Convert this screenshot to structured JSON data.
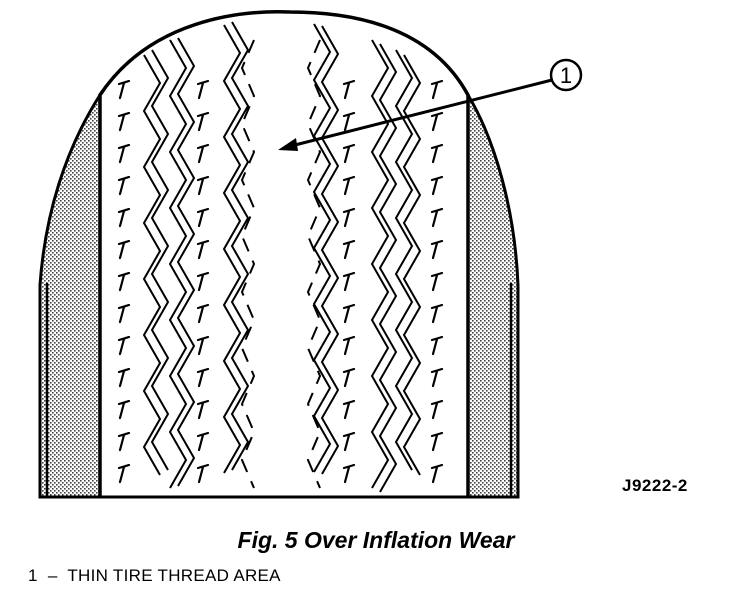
{
  "figure": {
    "callout_number": "1",
    "figure_id": "J9222-2",
    "caption": "Fig. 5 Over Inflation Wear"
  },
  "legend": {
    "items": [
      {
        "number": "1",
        "separator": "–",
        "text": "THIN TIRE THREAD AREA"
      }
    ]
  },
  "colors": {
    "line": "#000000",
    "background": "#ffffff",
    "shoulder_shading": "#9a9a9a"
  }
}
